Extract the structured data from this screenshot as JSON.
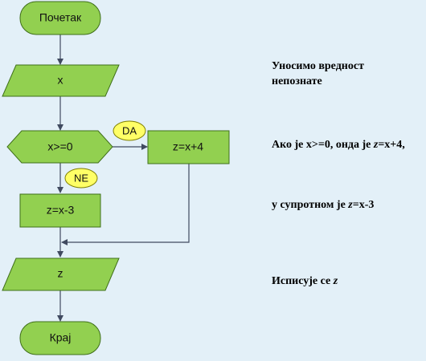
{
  "flowchart": {
    "start": "Почетак",
    "input": "x",
    "decision": "x>=0",
    "yes_branch": "z=x+4",
    "no_branch": "z=x-3",
    "yes_label": "DA",
    "no_label": "NE",
    "output": "z",
    "end": "Крај"
  },
  "notes": {
    "input_line1": "Уносимо вредност",
    "input_line2": "непознате",
    "decision_prefix": "Ако је x>=0, онда је ",
    "decision_var": "z",
    "decision_expr": "=x+4,",
    "else_prefix": "у супротном је ",
    "else_var": "z",
    "else_expr": "=x-3",
    "output_prefix": "Исписује се ",
    "output_var": "z"
  },
  "colors": {
    "shape_fill": "#92d050",
    "shape_stroke": "#3f6f1a",
    "badge_fill": "#ffff66",
    "badge_stroke": "#7f7f00",
    "line": "#404a60",
    "background": "#e3f0f8"
  }
}
